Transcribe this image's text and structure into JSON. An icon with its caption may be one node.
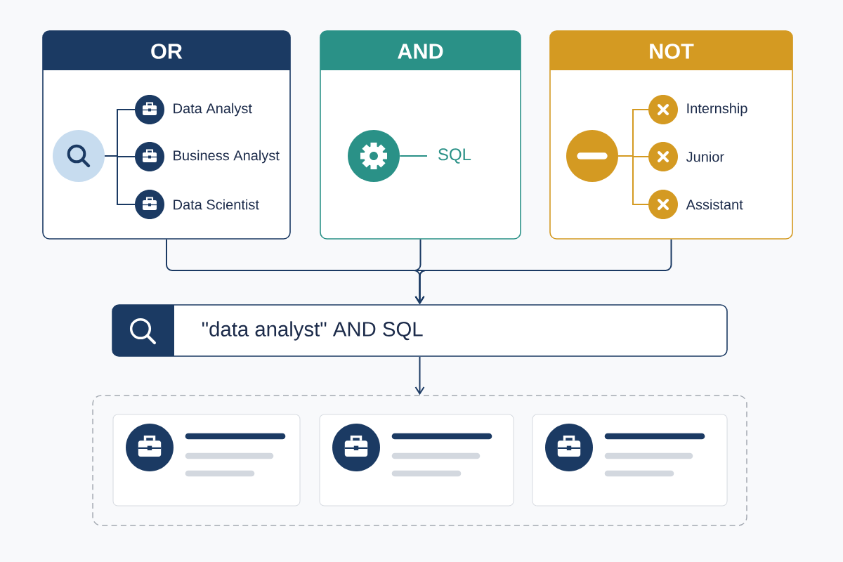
{
  "diagram": {
    "nodes": [
      {
        "text": [
          "OR"
        ]
      },
      {
        "text": [],
        "shape": "circle",
        "in": 0
      },
      {
        "text": [
          "Data Analyst"
        ],
        "in": 0
      },
      {
        "text": [
          "Business Analyst"
        ],
        "in": 0
      },
      {
        "text": [
          "Data Scientist"
        ],
        "in": 0
      },
      {
        "text": [
          "AND"
        ]
      },
      {
        "text": [],
        "shape": "circle",
        "in": 5
      },
      {
        "text": [
          "SQL"
        ],
        "in": 5
      },
      {
        "text": [
          "NOT"
        ]
      },
      {
        "text": [],
        "shape": "circle",
        "in": 8
      },
      {
        "text": [
          "Internship"
        ],
        "in": 8
      },
      {
        "text": [
          "Junior"
        ],
        "in": 8
      },
      {
        "text": [
          "Assistant"
        ],
        "in": 8
      },
      {
        "text": [
          "\"data analyst\" AND SQL"
        ]
      },
      {
        "text": [],
        "shape": "box"
      },
      {
        "text": [],
        "shape": "box",
        "in": 14
      },
      {
        "text": [],
        "shape": "box",
        "in": 14
      },
      {
        "text": [],
        "shape": "box",
        "in": 14
      }
    ],
    "edges": [
      {
        "from": 1,
        "to": 2,
        "arrow": "none"
      },
      {
        "from": 1,
        "to": 3,
        "arrow": "none"
      },
      {
        "from": 1,
        "to": 4,
        "arrow": "none"
      },
      {
        "from": 6,
        "to": 7,
        "arrow": "none",
        "color": "#2a9187"
      },
      {
        "from": 9,
        "to": 10,
        "arrow": "none",
        "color": "#d49a22"
      },
      {
        "from": 9,
        "to": 11,
        "arrow": "none",
        "color": "#d49a22"
      },
      {
        "from": 9,
        "to": 12,
        "arrow": "none",
        "color": "#d49a22"
      },
      {
        "from": 0,
        "to": 13,
        "arrow": "to"
      },
      {
        "from": 5,
        "to": 13,
        "arrow": "to"
      },
      {
        "from": 8,
        "to": 13,
        "arrow": "to"
      },
      {
        "from": 13,
        "to": 14,
        "arrow": "to"
      }
    ]
  }
}
